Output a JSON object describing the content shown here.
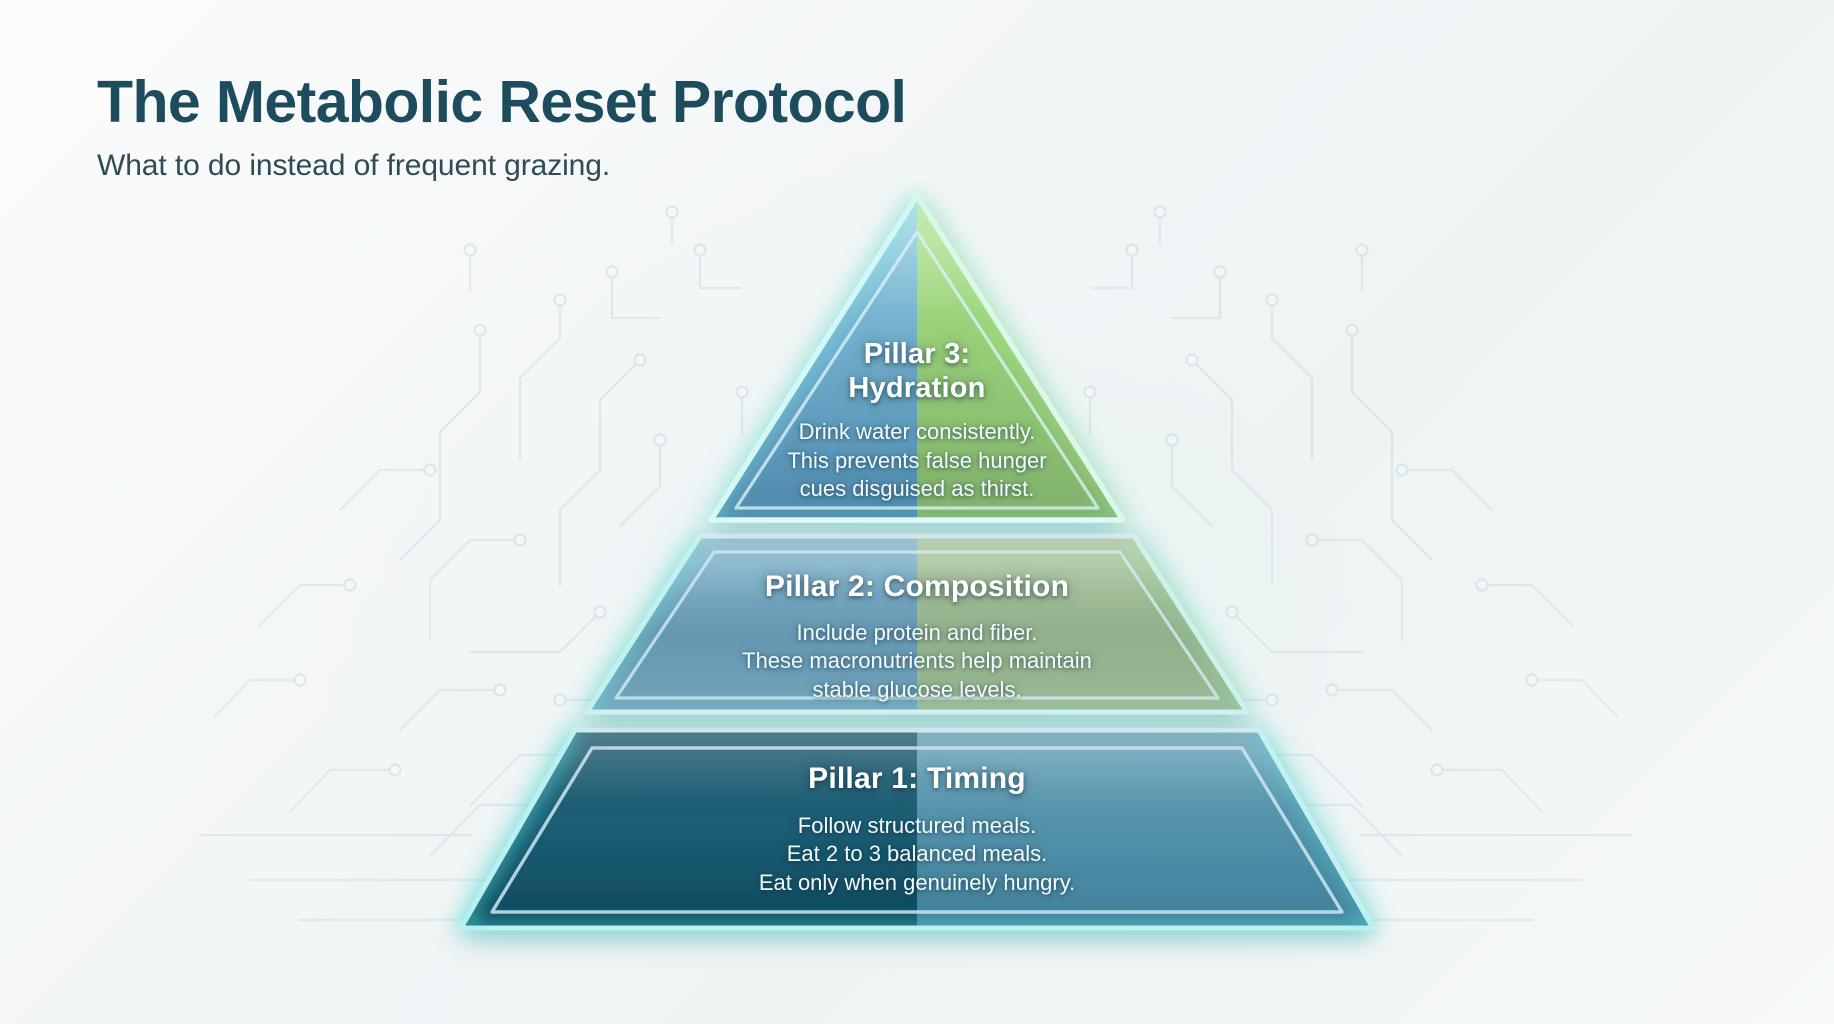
{
  "header": {
    "title": "The Metabolic Reset Protocol",
    "subtitle": "What to do instead of frequent grazing."
  },
  "pyramid": {
    "tiers": [
      {
        "id": "pillar-3",
        "level": 3,
        "position": "apex",
        "title": "Pillar 3:\nHydration",
        "title_line1": "Pillar 3:",
        "title_line2": "Hydration",
        "body_lines": [
          "Drink water consistently.",
          "This prevents false hunger",
          "cues disguised as thirst."
        ]
      },
      {
        "id": "pillar-2",
        "level": 2,
        "position": "middle",
        "title": "Pillar 2: Composition",
        "body_lines": [
          "Include protein and fiber.",
          "These macronutrients help maintain",
          "stable glucose levels."
        ]
      },
      {
        "id": "pillar-1",
        "level": 1,
        "position": "base",
        "title": "Pillar 1: Timing",
        "body_lines": [
          "Follow structured meals.",
          "Eat 2 to 3 balanced meals.",
          "Eat only when genuinely hungry."
        ]
      }
    ]
  },
  "colors": {
    "title_text": "#1d4d5c",
    "subtitle_text": "#2f4b53",
    "tier_text": "#ffffff",
    "background_light": "#fbfcfc",
    "background_tint": "#eef3f4",
    "glow_cyan": "#7ef0e4",
    "edge_highlight": "#e9f7fa",
    "tier3_blue": "#5c9fc4",
    "tier3_green": "#8fd06a",
    "tier2_blue": "#5f97b4",
    "tier2_green": "#8aab85",
    "tier1_deep_teal": "#10536a",
    "tier1_steel_blue": "#4e90a8",
    "circuit_trace": "#cfdde2"
  },
  "graphic": {
    "type": "three-tier-pyramid",
    "style": "glassmorphic-glow",
    "background_motif": "circuit-board-traces"
  }
}
